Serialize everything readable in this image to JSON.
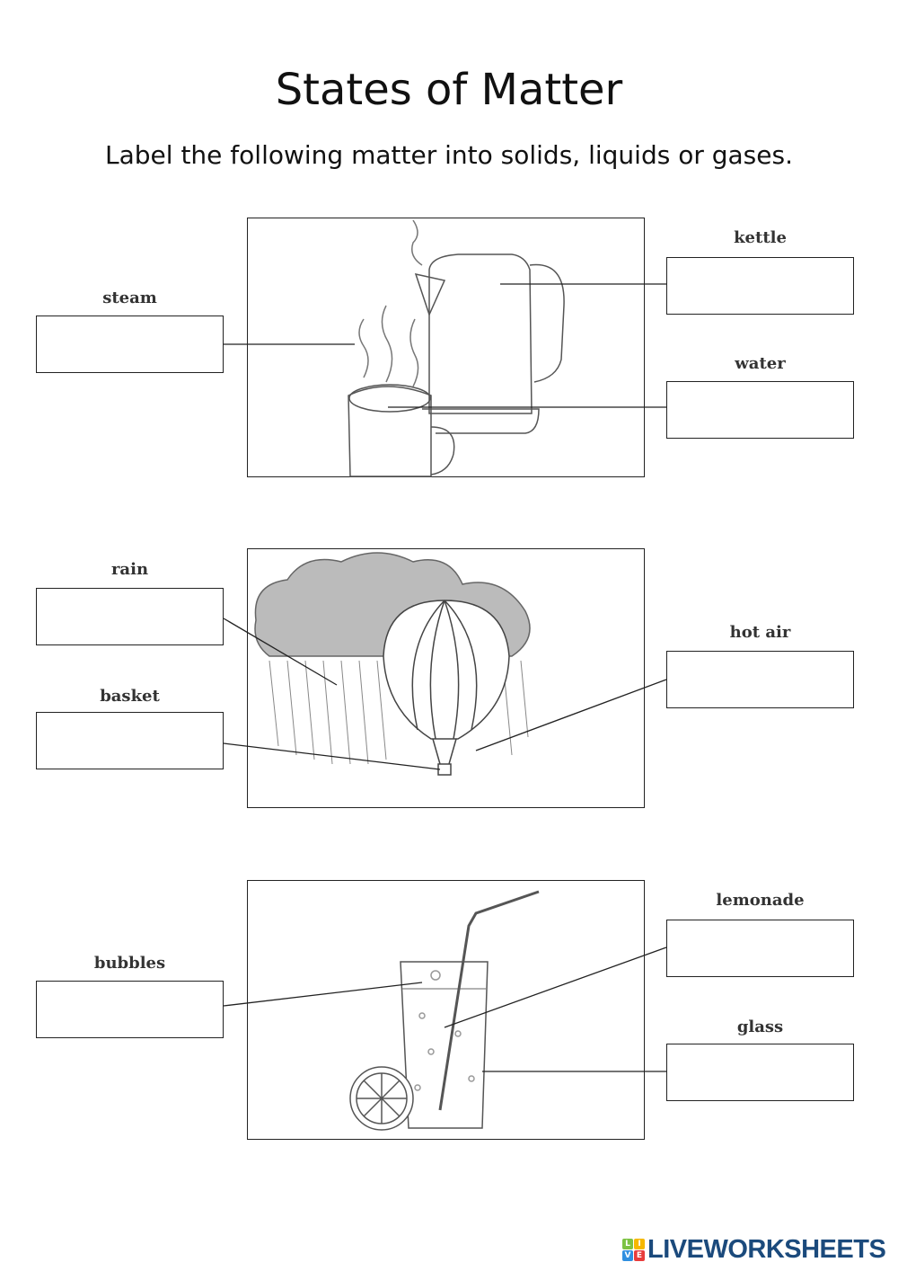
{
  "title": "States of Matter",
  "instructions": "Label the following matter into solids, liquids or gases.",
  "items": {
    "steam": {
      "label": "steam",
      "value": ""
    },
    "kettle": {
      "label": "kettle",
      "value": ""
    },
    "water": {
      "label": "water",
      "value": ""
    },
    "rain": {
      "label": "rain",
      "value": ""
    },
    "basket": {
      "label": "basket",
      "value": ""
    },
    "hot_air": {
      "label": "hot air",
      "value": ""
    },
    "bubbles": {
      "label": "bubbles",
      "value": ""
    },
    "lemonade": {
      "label": "lemonade",
      "value": ""
    },
    "glass": {
      "label": "glass",
      "value": ""
    }
  },
  "logo": {
    "text": "LIVEWORKSHEETS",
    "letters": [
      "L",
      "I",
      "V",
      "E"
    ],
    "colors": [
      "#7cc242",
      "#f5b800",
      "#2f8fe0",
      "#e83c3c"
    ]
  }
}
